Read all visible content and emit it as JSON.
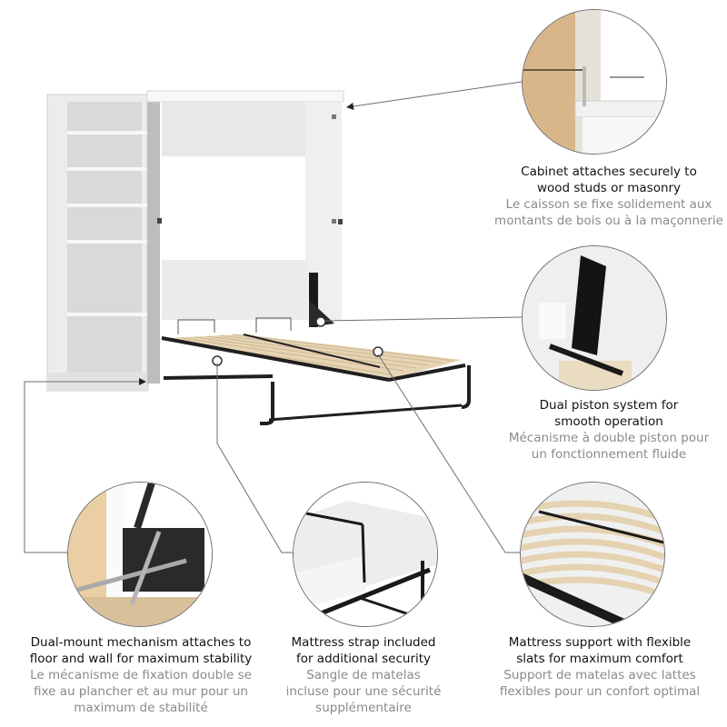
{
  "callouts": [
    {
      "id": "cabinet-attach",
      "en": [
        "Cabinet attaches securely to",
        "wood studs or masonry"
      ],
      "fr": [
        "Le caisson se fixe solidement aux",
        "montants de bois ou à la maçonnerie"
      ],
      "icon": "wall-bracket-detail"
    },
    {
      "id": "piston",
      "en": [
        "Dual piston system for",
        "smooth operation"
      ],
      "fr": [
        "Mécanisme à double piston pour",
        "un fonctionnement fluide"
      ],
      "icon": "piston-detail"
    },
    {
      "id": "dual-mount",
      "en": [
        "Dual-mount mechanism attaches to",
        "floor and wall for maximum stability"
      ],
      "fr": [
        "Le mécanisme de fixation double se",
        "fixe au plancher et au mur pour un",
        "maximum de stabilité"
      ],
      "icon": "screw-mount-detail"
    },
    {
      "id": "strap",
      "en": [
        "Mattress strap included",
        "for additional security"
      ],
      "fr": [
        "Sangle de matelas",
        "incluse pour une sécurité",
        "supplémentaire"
      ],
      "icon": "mattress-strap-detail"
    },
    {
      "id": "slats",
      "en": [
        "Mattress support with flexible",
        "slats for maximum comfort"
      ],
      "fr": [
        "Support de matelas avec lattes",
        "flexibles pour un confort optimal"
      ],
      "icon": "flexible-slats-detail"
    }
  ],
  "colors": {
    "primary_text": "#111111",
    "secondary_text": "#8a8a8a",
    "leader_line": "#6e6e6e",
    "cabinet": "#f4f4f4",
    "frame": "#1f1f1f",
    "slat": "#e8d9be"
  }
}
